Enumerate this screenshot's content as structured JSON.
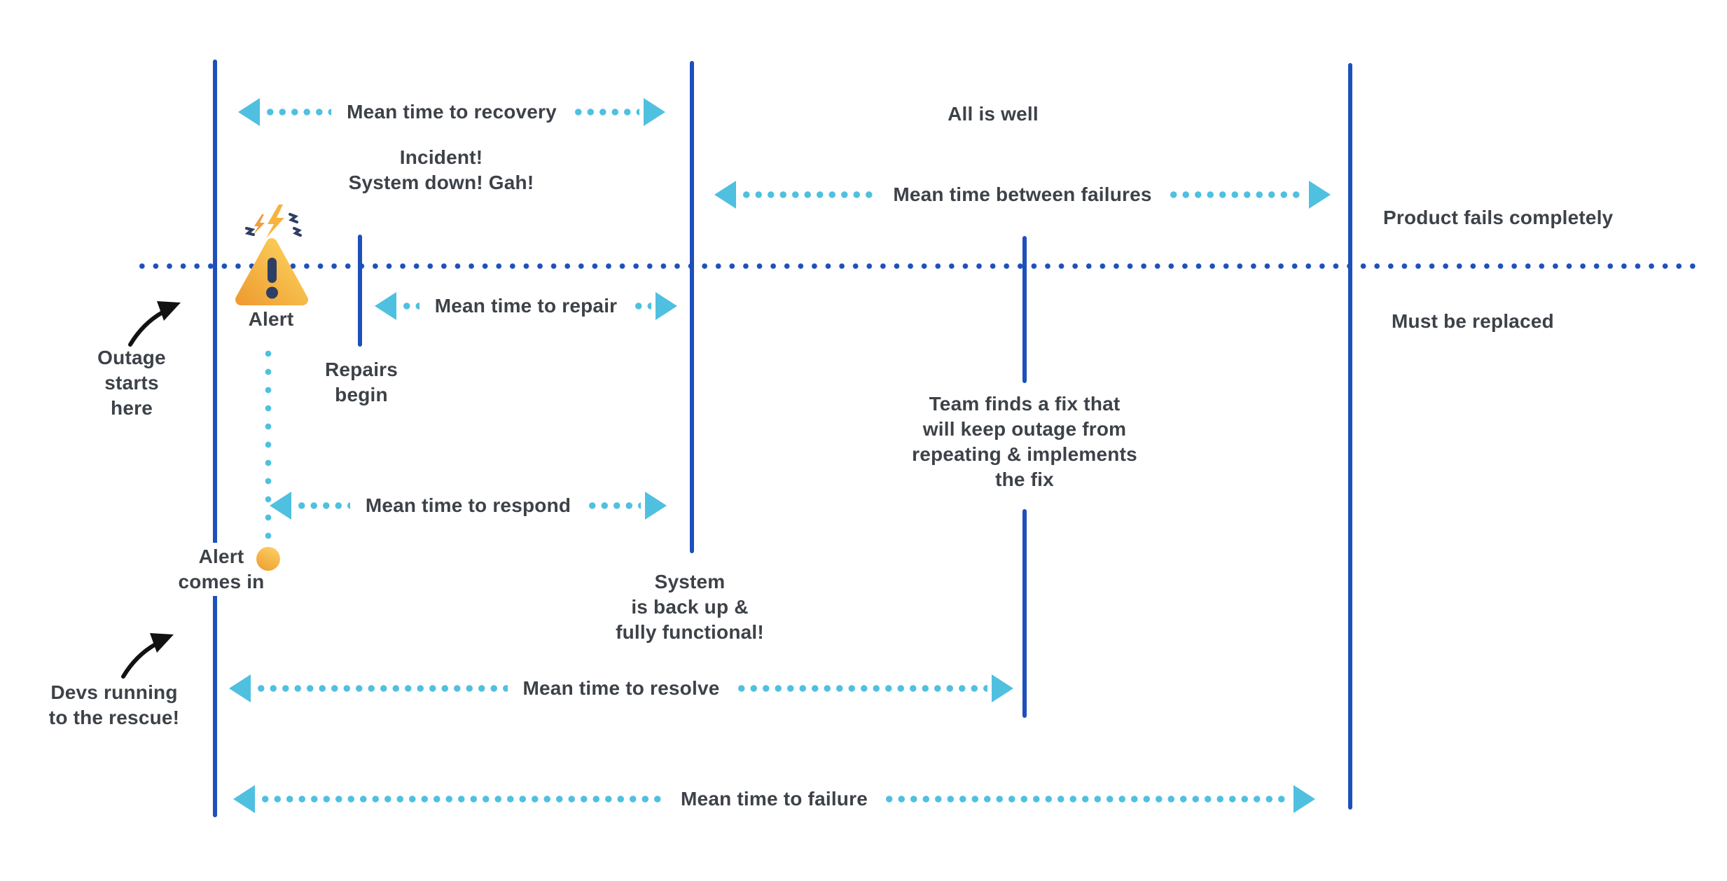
{
  "colors": {
    "timeline_blue": "#1d50bb",
    "metric_blue": "#4fc0e0",
    "text": "#3d4248",
    "arrow_black": "#121212",
    "alert_gradient_dark": "#ef9e33",
    "alert_gradient_light": "#fcd45e",
    "alert_navy": "#2e3f63"
  },
  "metrics": [
    {
      "label": "Mean time to recovery"
    },
    {
      "label": "Mean time between failures"
    },
    {
      "label": "Mean time to repair"
    },
    {
      "label": "Mean time to respond"
    },
    {
      "label": "Mean time to resolve"
    },
    {
      "label": "Mean time to failure"
    }
  ],
  "annotations": {
    "incident": "Incident!\nSystem down! Gah!",
    "all_is_well": "All is well",
    "product_fails": "Product fails completely",
    "must_be_replaced": "Must be replaced",
    "alert": "Alert",
    "outage_starts": "Outage\nstarts\nhere",
    "repairs_begin": "Repairs\nbegin",
    "team_fix": "Team finds a fix that\nwill keep outage from\nrepeating & implements\nthe fix",
    "alert_comes_in": "Alert\ncomes in",
    "system_back": "System\nis back up &\nfully functional!",
    "devs_running": "Devs running\nto the rescue!",
    "mean_time_to_failure_note": ""
  }
}
